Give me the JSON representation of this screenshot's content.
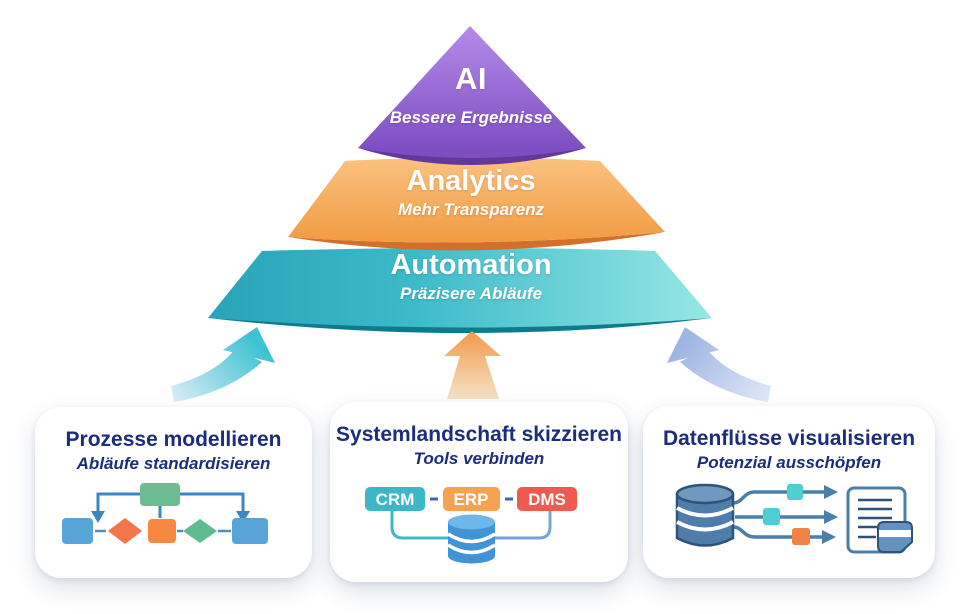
{
  "pyramid": {
    "layers": [
      {
        "title": "AI",
        "subtitle": "Bessere Ergebnisse",
        "color": "#8c5fce"
      },
      {
        "title": "Analytics",
        "subtitle": "Mehr Transparenz",
        "color": "#f5a356"
      },
      {
        "title": "Automation",
        "subtitle": "Präzisere Abläufe",
        "color": "#3cbccb"
      }
    ]
  },
  "cards": [
    {
      "title": "Prozesse modellieren",
      "subtitle": "Abläufe standardisieren",
      "icon": "flowchart-icon"
    },
    {
      "title": "Systemlandschaft skizzieren",
      "subtitle": "Tools verbinden",
      "icon": "systems-database-icon",
      "systems": [
        "CRM",
        "ERP",
        "DMS"
      ]
    },
    {
      "title": "Datenflüsse visualisieren",
      "subtitle": "Potenzial ausschöpfen",
      "icon": "dataflow-document-icon"
    }
  ],
  "palette": {
    "ai_purple": "#8c5fce",
    "analytics_orange": "#f5a356",
    "automation_teal": "#3cbccb",
    "title_navy": "#1b2d7e",
    "crm_teal": "#3bb7c7",
    "erp_orange": "#f8a14e",
    "dms_red": "#ee5a50",
    "database_blue": "#3f93d6",
    "steel_blue": "#4a7fa8",
    "flow_green": "#6cbe92",
    "flow_blue": "#57a5d8",
    "flow_orange": "#f3764a"
  }
}
